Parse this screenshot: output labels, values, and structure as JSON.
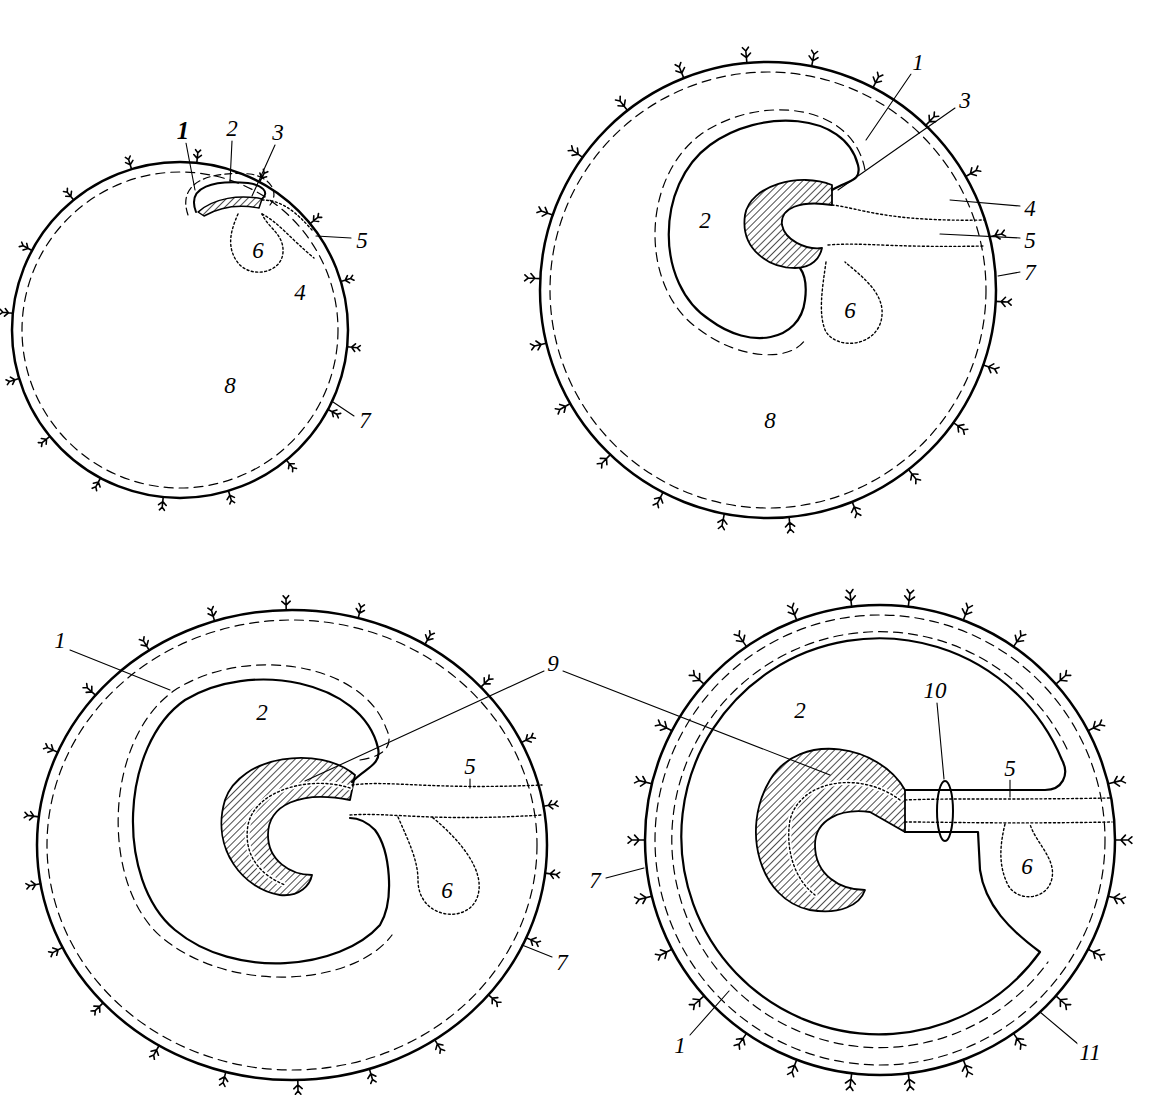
{
  "diagram": {
    "labels": [
      "1",
      "2",
      "3",
      "4",
      "5",
      "6",
      "8",
      "7",
      "1",
      "3",
      "2",
      "4",
      "5",
      "7",
      "6",
      "8",
      "1",
      "9",
      "2",
      "5",
      "6",
      "7",
      "10",
      "2",
      "5",
      "7",
      "6",
      "1",
      "11"
    ]
  }
}
